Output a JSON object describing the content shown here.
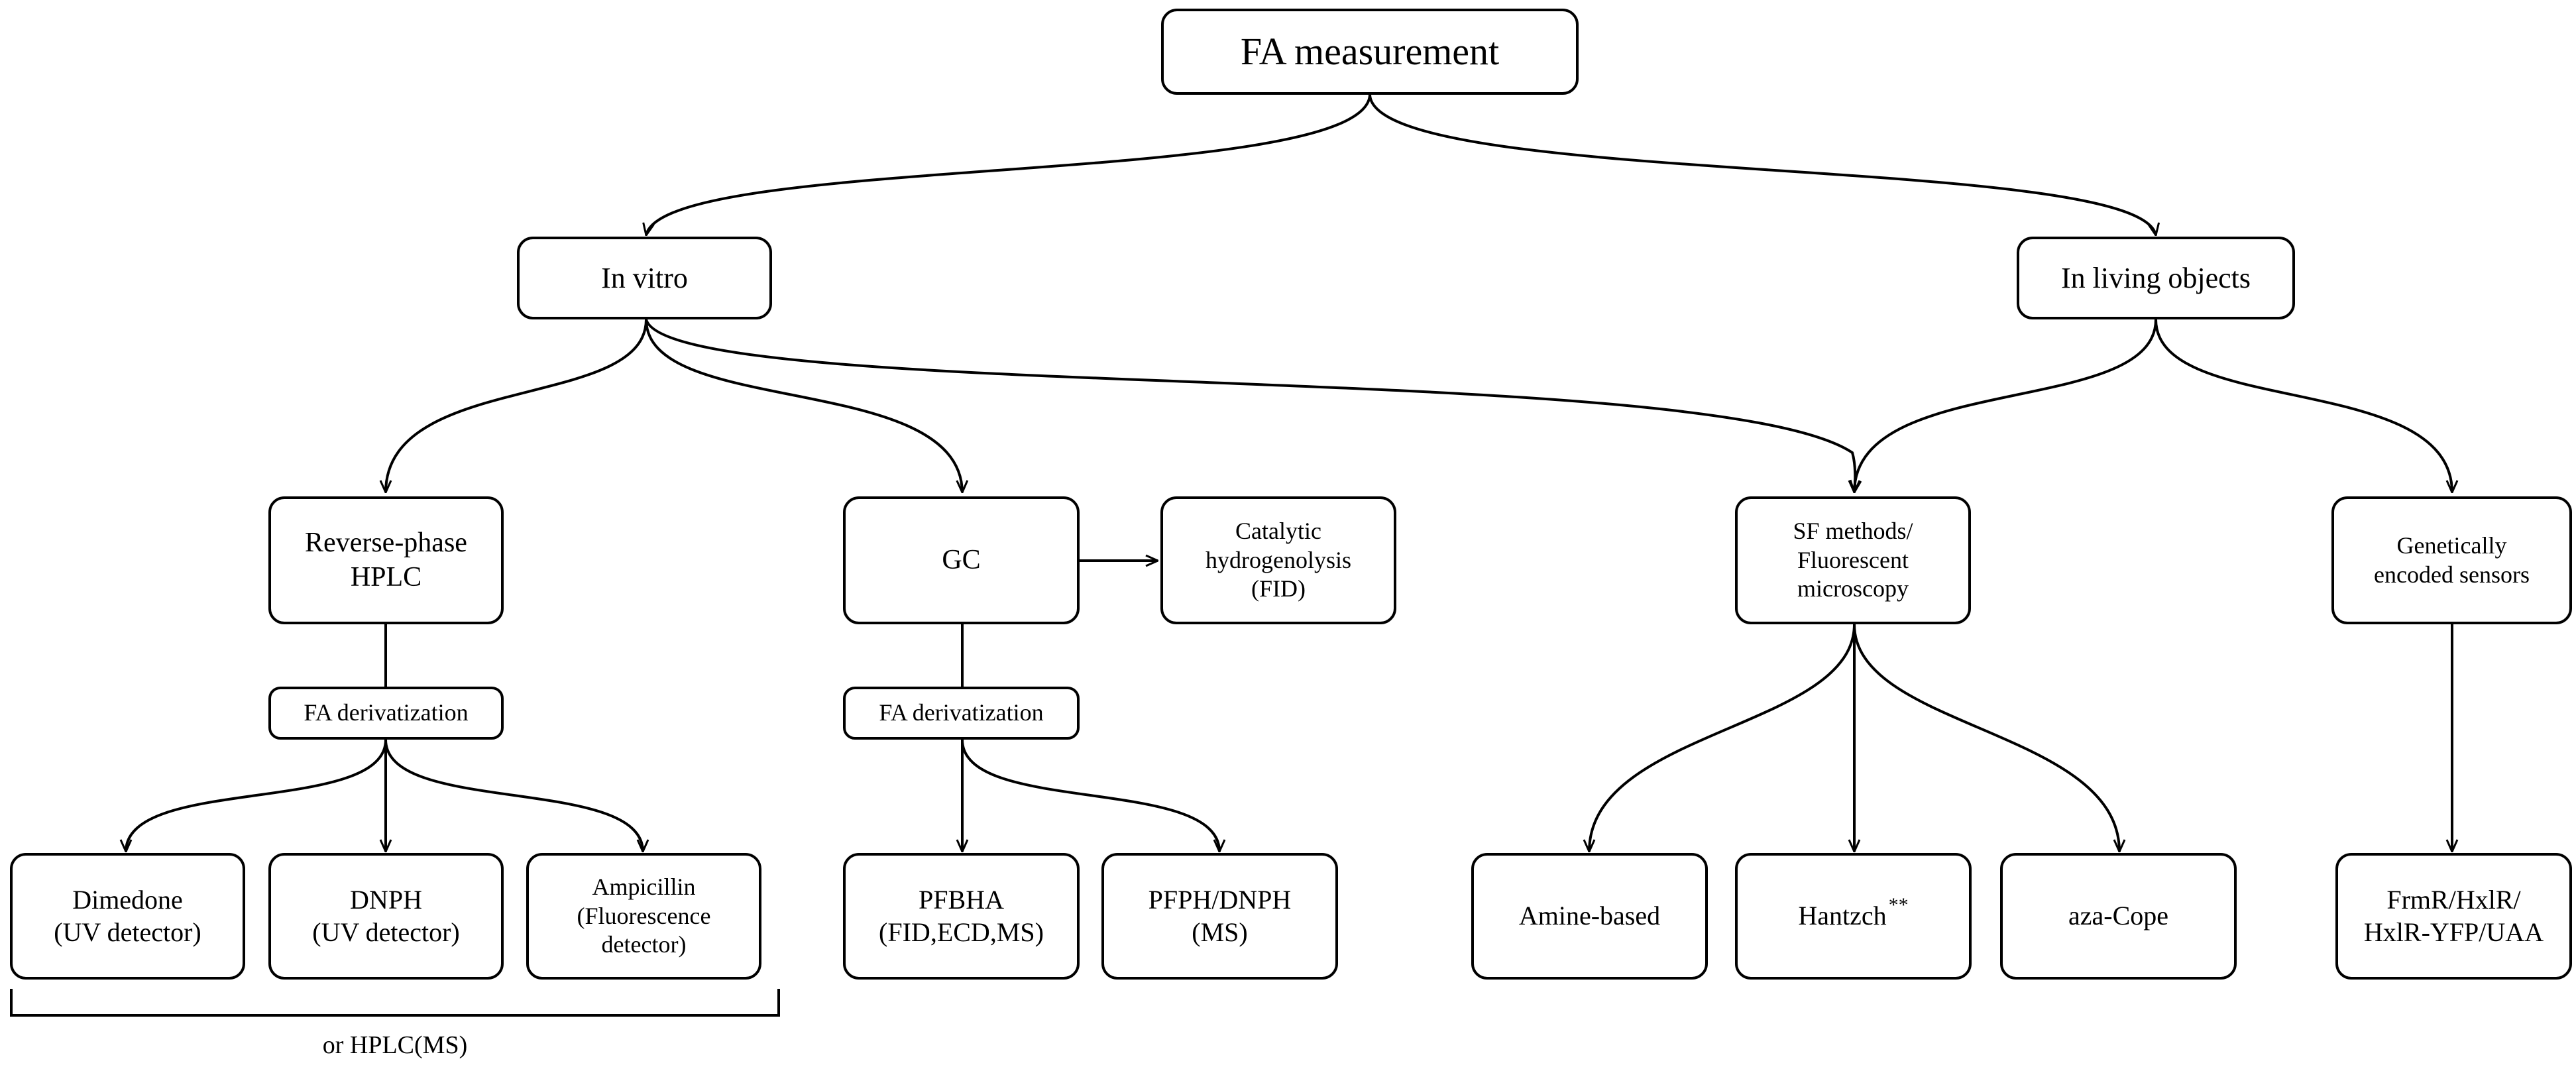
{
  "root": {
    "label": "FA measurement"
  },
  "in_vitro": {
    "label": "In vitro"
  },
  "in_living": {
    "label": "In living objects"
  },
  "rp_hplc": {
    "line1": "Reverse-phase",
    "line2": "HPLC"
  },
  "gc": {
    "label": "GC"
  },
  "catalytic": {
    "line1": "Catalytic",
    "line2": "hydrogenolysis",
    "line3": "(FID)"
  },
  "sf_methods": {
    "line1": "SF methods/",
    "line2": "Fluorescent",
    "line3": "microscopy"
  },
  "genetic": {
    "line1": "Genetically",
    "line2": "encoded sensors"
  },
  "hplc_derivatization": {
    "label": "FA derivatization"
  },
  "gc_derivatization": {
    "label": "FA derivatization"
  },
  "dimedone": {
    "line1": "Dimedone",
    "line2": "(UV detector)"
  },
  "dnph": {
    "line1": "DNPH",
    "line2": "(UV detector)"
  },
  "ampicillin": {
    "line1": "Ampicillin",
    "line2": "(Fluorescence",
    "line3": "detector)"
  },
  "pfbha": {
    "line1": "PFBHA",
    "line2": "(FID,ECD,MS)"
  },
  "pfph": {
    "line1": "PFPH/DNPH",
    "line2": "(MS)"
  },
  "amine": {
    "label": "Amine-based"
  },
  "hantzch": {
    "label": "Hantzch",
    "mark": "**"
  },
  "aza_cope": {
    "label": "aza-Cope"
  },
  "frmr": {
    "line1": "FrmR/HxlR/",
    "line2": "HxlR-YFP/UAA"
  },
  "bracket_caption": {
    "label": "or HPLC(MS)"
  }
}
